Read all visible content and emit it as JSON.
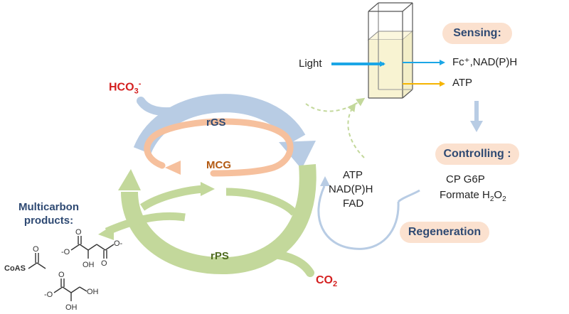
{
  "cycles": {
    "rgs": "rGS",
    "mcg": "MCG",
    "rps": "rPS"
  },
  "inputs": {
    "bicarbonate": "HCO",
    "bicarbonate_sub": "3",
    "bicarbonate_sup": "-",
    "co2": "CO",
    "co2_sub": "2"
  },
  "products": {
    "title_line1": "Multicarbon",
    "title_line2": "products:",
    "coas": "CoAS"
  },
  "cuvette": {
    "light": "Light",
    "output1": "Fc⁺,NAD(P)H",
    "output2": "ATP"
  },
  "modules": {
    "sensing": "Sensing:",
    "controlling": "Controlling :",
    "regeneration": "Regeneration"
  },
  "controls": {
    "line1": "CP G6P",
    "line2_prefix": "Formate H",
    "line2_sub1": "2",
    "line2_mid": "O",
    "line2_sub2": "2"
  },
  "cofactors": [
    "ATP",
    "NAD(P)H",
    "FAD"
  ],
  "colors": {
    "rgs_arrow": "#b8cce4",
    "mcg_arrow": "#f6c09d",
    "rps_arrow": "#c3d89b",
    "label_red": "#d42020",
    "label_blue": "#2f4a73",
    "light_arrow": "#1ba6e6",
    "atp_arrow": "#f5b400",
    "cuvette_fill": "#f8f3d2"
  }
}
